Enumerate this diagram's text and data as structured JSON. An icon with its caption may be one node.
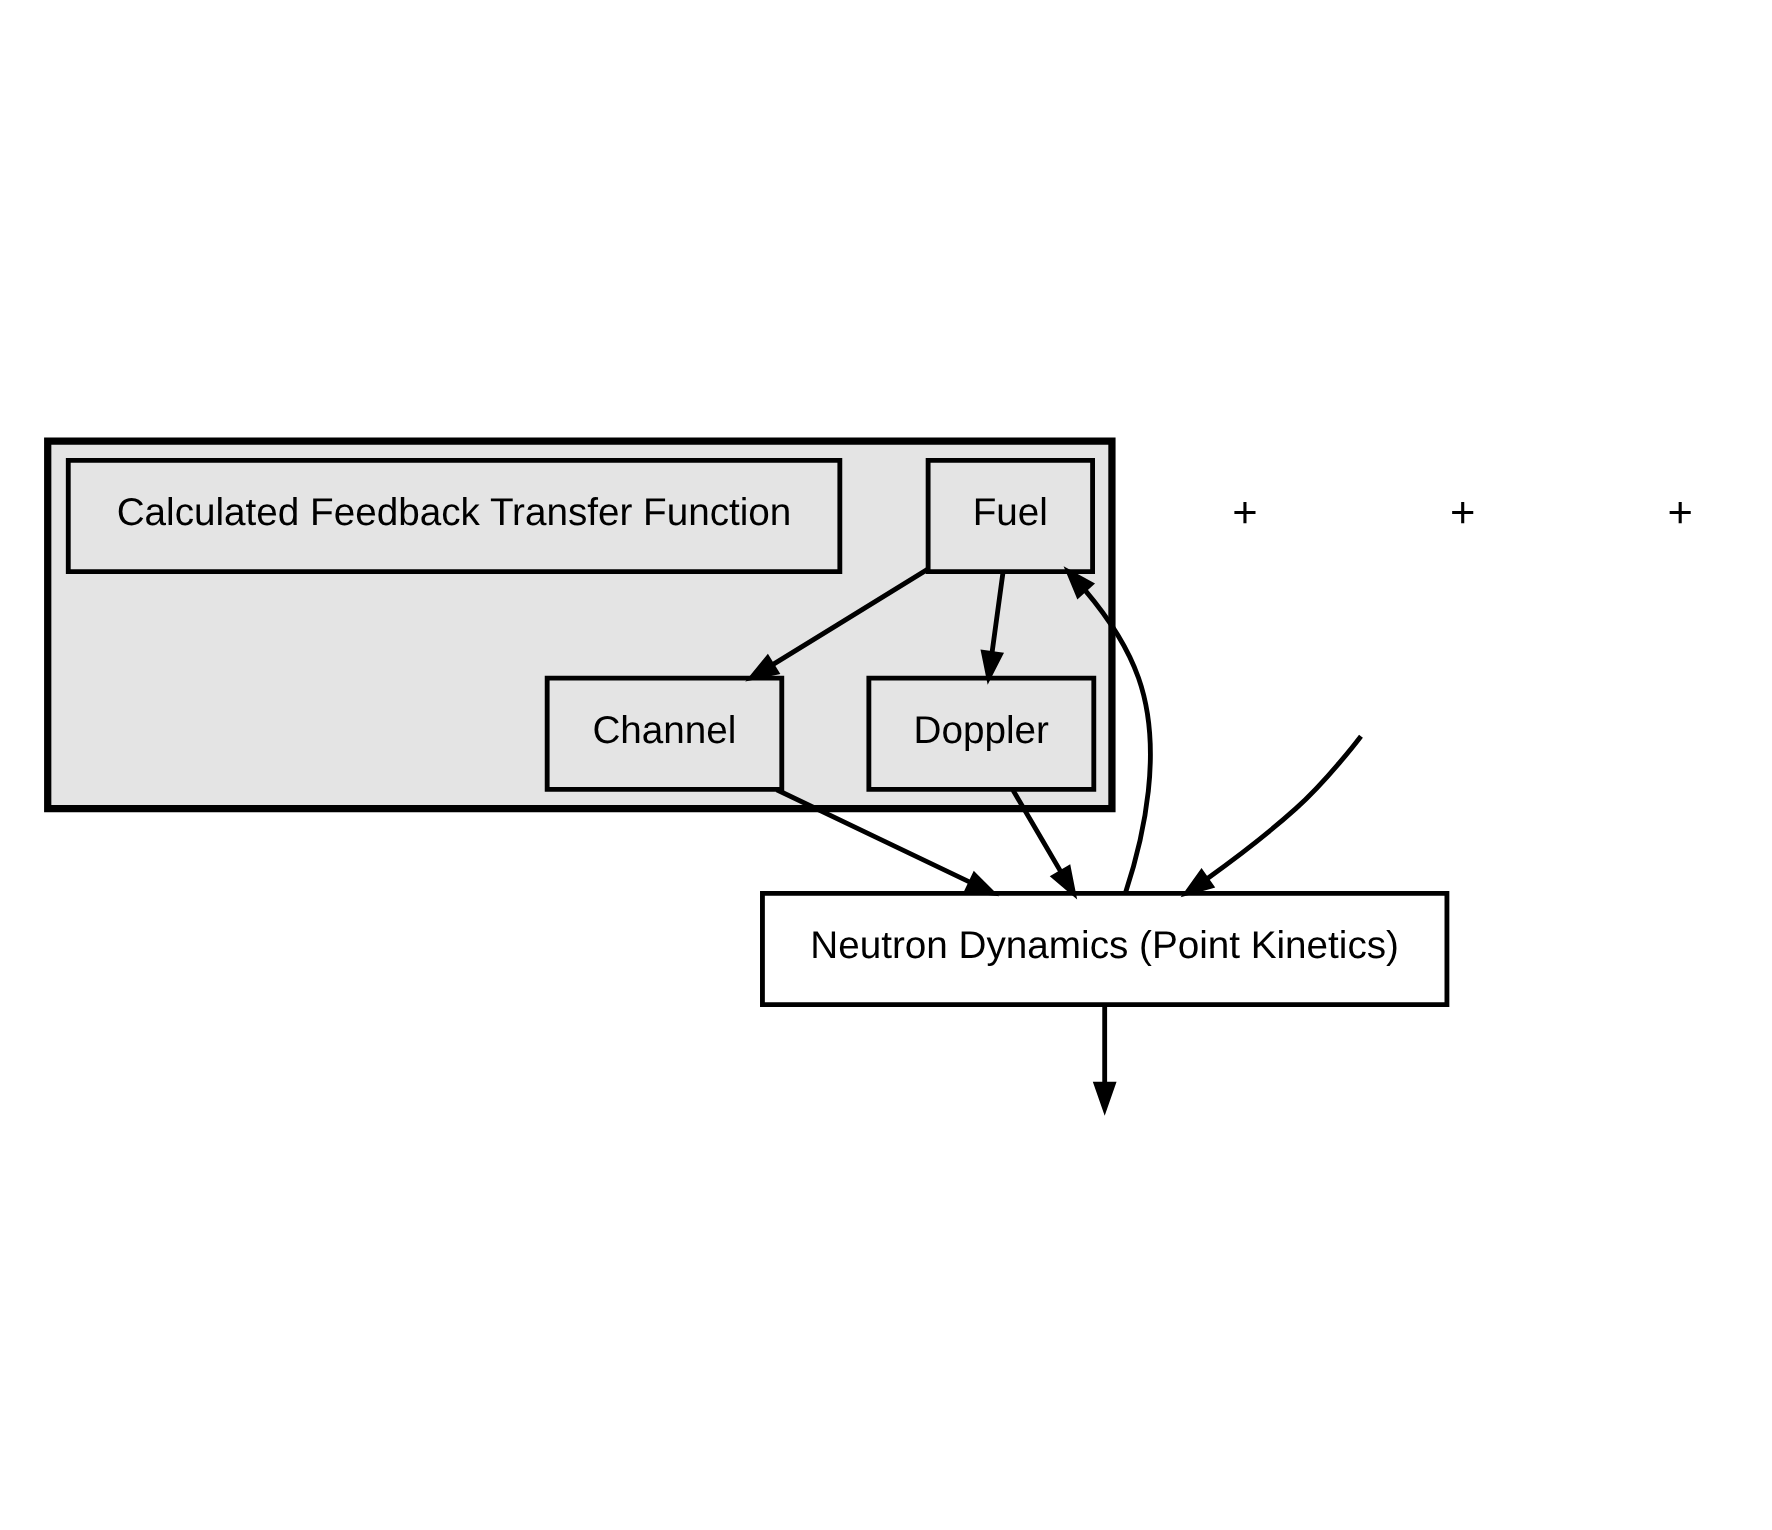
{
  "diagram": {
    "nodes": [
      {
        "text": [
          "Neutron Dynamics (Point Kinetics)"
        ]
      },
      {
        "text": [],
        "shape": "box"
      },
      {
        "text": [
          "Fuel"
        ],
        "in": 1
      },
      {
        "text": [
          "Channel"
        ],
        "in": 1
      },
      {
        "text": [
          "Doppler"
        ],
        "in": 1
      },
      {
        "text": [
          "Calculated Feedback Transfer Function"
        ],
        "in": 1
      }
    ],
    "edges": [
      {
        "from": null,
        "to": 0,
        "arrow": "to"
      },
      {
        "from": 0,
        "to": null,
        "arrow": "to"
      },
      {
        "from": 0,
        "to": 2,
        "arrow": "to"
      },
      {
        "from": 2,
        "to": 3,
        "arrow": "to"
      },
      {
        "from": 2,
        "to": 4,
        "arrow": "to"
      },
      {
        "from": 3,
        "to": 0,
        "arrow": "to"
      },
      {
        "from": 4,
        "to": 0,
        "arrow": "to"
      }
    ],
    "labels": [
      "+",
      "+",
      "+"
    ]
  }
}
